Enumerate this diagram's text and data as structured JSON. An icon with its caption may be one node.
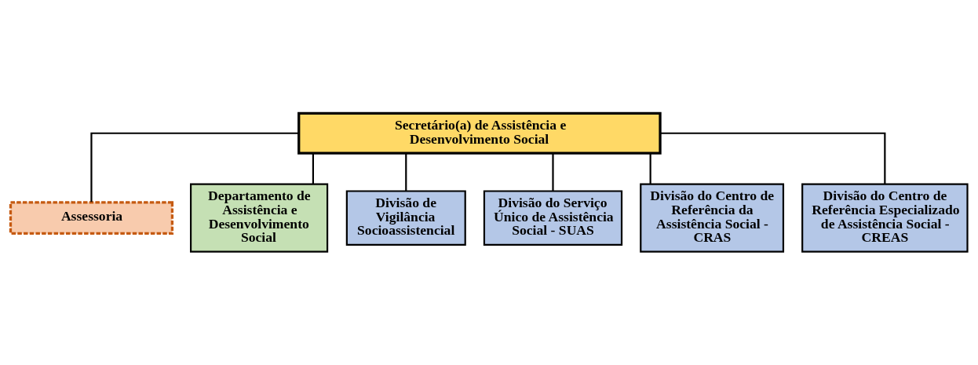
{
  "diagram": {
    "nodes": [
      {
        "text": [
          "Secretário(a) de Assistência e Desenvolvimento Social"
        ]
      },
      {
        "text": [
          "Assessoria"
        ]
      },
      {
        "text": [
          "Departamento de Assistência e Desenvolvimento Social"
        ]
      },
      {
        "text": [
          "Divisão de Vigilância Socioassistencial"
        ]
      },
      {
        "text": [
          "Divisão do Serviço Único de Assistência Social - SUAS"
        ]
      },
      {
        "text": [
          "Divisão do Centro de Referência da Assistência Social - CRAS"
        ]
      },
      {
        "text": [
          "Divisão do Centro de Referência Especializado de Assistência Social - CREAS"
        ]
      }
    ],
    "edges": [
      {
        "from": 0,
        "to": 1,
        "arrow": "none"
      },
      {
        "from": 0,
        "to": 2,
        "arrow": "none"
      },
      {
        "from": 0,
        "to": 3,
        "arrow": "none"
      },
      {
        "from": 0,
        "to": 4,
        "arrow": "none"
      },
      {
        "from": 0,
        "to": 5,
        "arrow": "none"
      },
      {
        "from": 0,
        "to": 6,
        "arrow": "none"
      }
    ]
  }
}
